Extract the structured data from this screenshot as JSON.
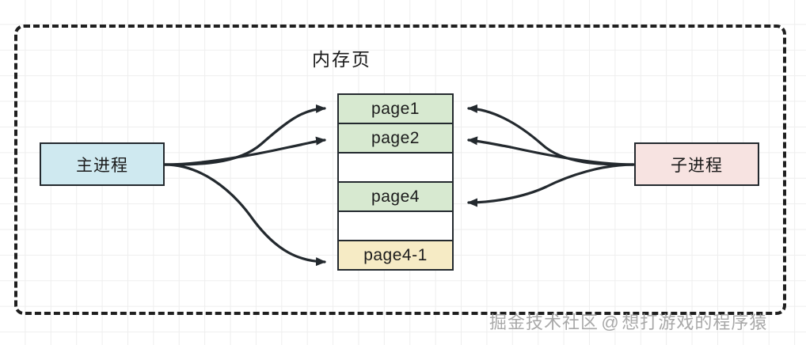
{
  "diagram": {
    "title": "内存页",
    "frame_style": "dashed-rounded-rectangle",
    "nodes": {
      "main_process": {
        "label": "主进程",
        "color": "#cfe9f0"
      },
      "child_process": {
        "label": "子进程",
        "color": "#f7e3e1"
      }
    },
    "memory_pages": [
      {
        "label": "page1",
        "state": "allocated",
        "color": "#d7e9d0"
      },
      {
        "label": "page2",
        "state": "allocated",
        "color": "#d7e9d0"
      },
      {
        "label": "",
        "state": "free",
        "color": "#ffffff"
      },
      {
        "label": "page4",
        "state": "allocated",
        "color": "#d7e9d0"
      },
      {
        "label": "",
        "state": "free",
        "color": "#ffffff"
      },
      {
        "label": "page4-1",
        "state": "copied",
        "color": "#f6ebc5"
      }
    ],
    "edges": [
      {
        "from": "main_process",
        "to": "page1",
        "direction": "right"
      },
      {
        "from": "main_process",
        "to": "page2",
        "direction": "right"
      },
      {
        "from": "main_process",
        "to": "page4-1",
        "direction": "right"
      },
      {
        "from": "child_process",
        "to": "page1",
        "direction": "left"
      },
      {
        "from": "child_process",
        "to": "page2",
        "direction": "left"
      },
      {
        "from": "child_process",
        "to": "page4",
        "direction": "left"
      }
    ],
    "stroke_color": "#23292e"
  },
  "watermark": {
    "site": "掘金技术社区",
    "at": "@",
    "author": "想打游戏的程序猿"
  }
}
